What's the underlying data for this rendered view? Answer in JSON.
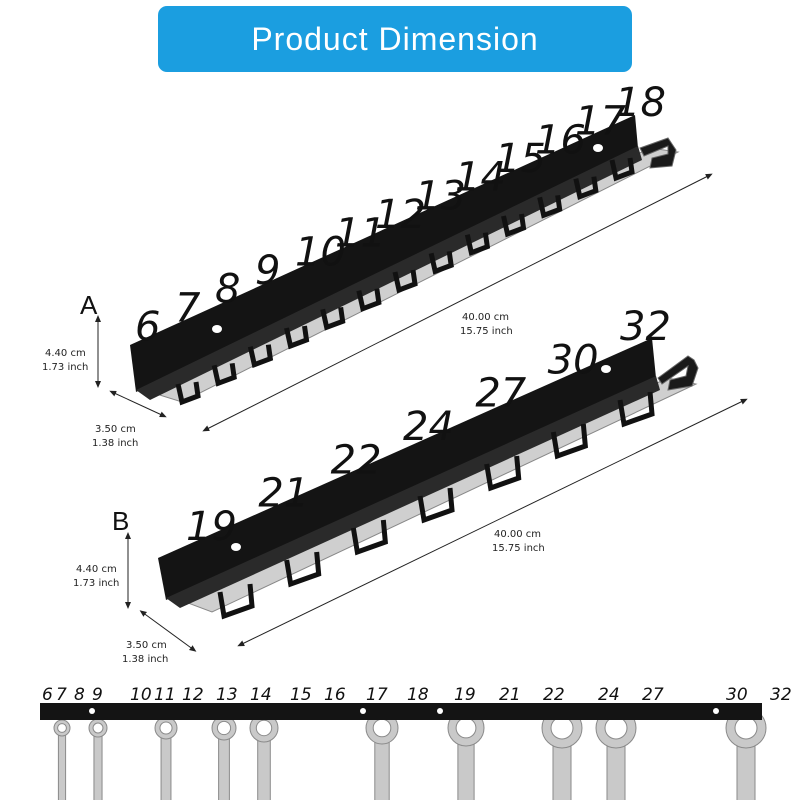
{
  "banner": {
    "title": "Product Dimension"
  },
  "colors": {
    "banner": "#1b9ee0",
    "steel": "#151515",
    "wrench": "#c9c9c9",
    "wrench_edge": "#8a8a8a"
  },
  "rack_a": {
    "label": "A",
    "numbers": [
      "6",
      "7",
      "8",
      "9",
      "10",
      "11",
      "12",
      "13",
      "14",
      "15",
      "16",
      "17",
      "18"
    ],
    "length_cm": "40.00 cm",
    "length_in": "15.75 inch",
    "height_cm": "4.40 cm",
    "height_in": "1.73 inch",
    "depth_cm": "3.50 cm",
    "depth_in": "1.38 inch"
  },
  "rack_b": {
    "label": "B",
    "numbers": [
      "19",
      "21",
      "22",
      "24",
      "27",
      "30",
      "32"
    ],
    "length_cm": "40.00 cm",
    "length_in": "15.75 inch",
    "height_cm": "4.40 cm",
    "height_in": "1.73 inch",
    "depth_cm": "3.50 cm",
    "depth_in": "1.38 inch"
  },
  "strip_numbers": [
    "6",
    "7",
    "8",
    "9",
    "10",
    "11",
    "12",
    "13",
    "14",
    "15",
    "16",
    "17",
    "18",
    "19",
    "21",
    "22",
    "24",
    "27",
    "30",
    "32"
  ]
}
